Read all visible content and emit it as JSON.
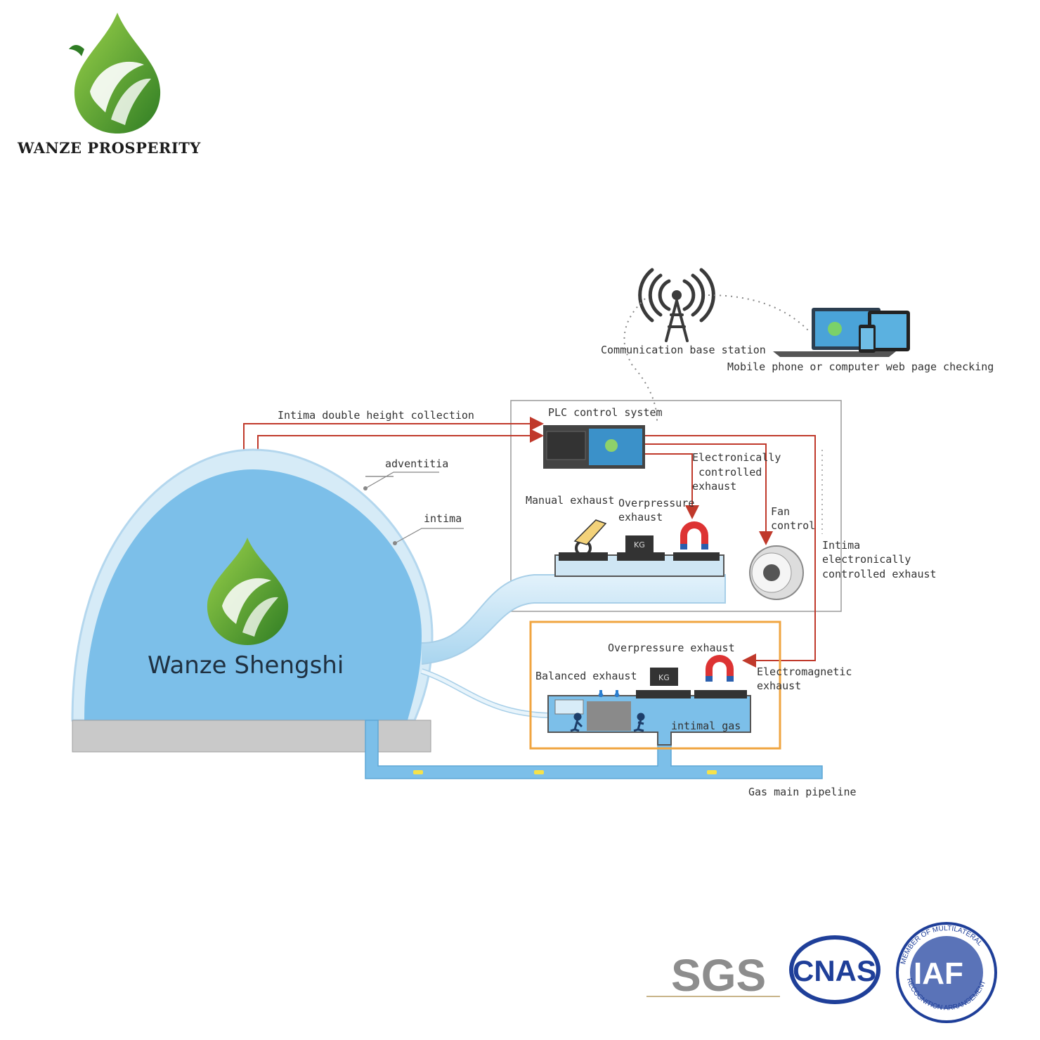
{
  "brand": {
    "company_name": "WANZE PROSPERITY",
    "tank_brand": "Wanze Shengshi",
    "colors": {
      "green_dark": "#2e7d22",
      "green_light": "#8dc63f",
      "dome_blue": "#7cbfe9",
      "pipe_red": "#c0392b",
      "orange_box": "#f0a540"
    }
  },
  "diagram": {
    "communication_base_station": "Communication base station",
    "mobile_checking": "Mobile phone or computer web page checking",
    "plc_control_system": "PLC control system",
    "intima_double_height": "Intima double height collection",
    "adventitia": "adventitia",
    "intima": "intima",
    "electronically_controlled_exhaust": [
      "Electronically",
      "controlled",
      "exhaust"
    ],
    "manual_exhaust": "Manual exhaust",
    "overpressure_exhaust_top": [
      "Overpressure",
      "exhaust"
    ],
    "fan_control": [
      "Fan",
      "control"
    ],
    "intima_electronically_controlled_exhaust": [
      "Intima",
      "electronically",
      "controlled exhaust"
    ],
    "kg_label": "KG",
    "overpressure_exhaust_bottom": "Overpressure exhaust",
    "balanced_exhaust": "Balanced exhaust",
    "electromagnetic_exhaust": [
      "Electromagnetic",
      "exhaust"
    ],
    "intimal_gas": "intimal gas",
    "gas_main_pipeline": "Gas main pipeline"
  },
  "certifications": {
    "sgs": "SGS",
    "cnas": "CNAS",
    "iaf": "IAF",
    "iaf_ring_top": "MEMBER OF MULTILATERAL",
    "iaf_ring_bottom": "RECOGNITION ARRANGEMENT"
  }
}
